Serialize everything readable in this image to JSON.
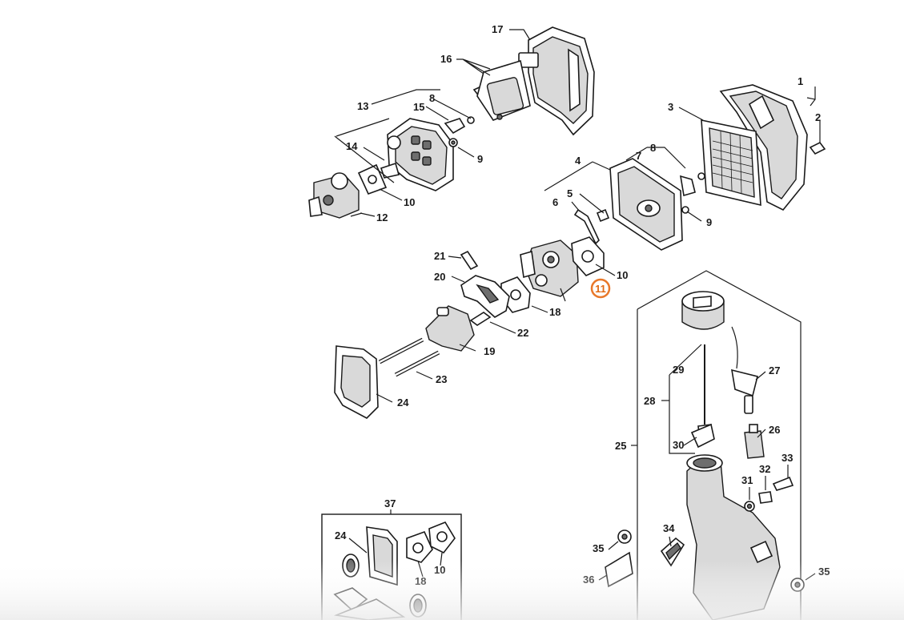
{
  "callouts": {
    "c1": "1",
    "c2": "2",
    "c3": "3",
    "c4": "4",
    "c5": "5",
    "c6": "6",
    "c7": "7",
    "c8a": "8",
    "c8b": "8",
    "c9a": "9",
    "c9b": "9",
    "c10a": "10",
    "c10b": "10",
    "c10c": "10",
    "c11": "11",
    "c12": "12",
    "c13": "13",
    "c14": "14",
    "c15": "15",
    "c16": "16",
    "c17": "17",
    "c18a": "18",
    "c18b": "18",
    "c19": "19",
    "c20": "20",
    "c21": "21",
    "c22": "22",
    "c23": "23",
    "c24a": "24",
    "c24b": "24",
    "c25": "25",
    "c26": "26",
    "c27": "27",
    "c28": "28",
    "c29": "29",
    "c30": "30",
    "c31": "31",
    "c32": "32",
    "c33": "33",
    "c34": "34",
    "c35a": "35",
    "c35b": "35",
    "c36": "36",
    "c37": "37"
  },
  "highlight": {
    "part_number": "11",
    "color": "#e8782a"
  }
}
